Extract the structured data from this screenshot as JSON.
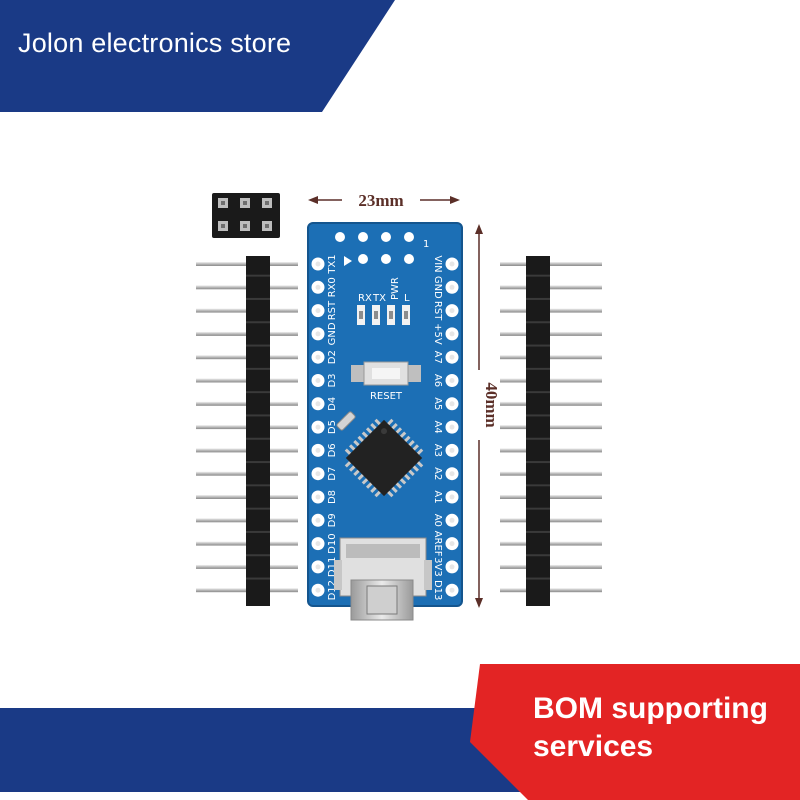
{
  "store": {
    "name": "Jolon electronics store"
  },
  "promo": {
    "line1": "BOM supporting",
    "line2": "services"
  },
  "dimensions": {
    "width": "23mm",
    "height": "40mm"
  },
  "board": {
    "corner_number": "1",
    "left_pins": [
      "TX1",
      "RX0",
      "RST",
      "GND",
      "D2",
      "D3",
      "D4",
      "D5",
      "D6",
      "D7",
      "D8",
      "D9",
      "D10",
      "D11",
      "D12"
    ],
    "right_pins": [
      "VIN",
      "GND",
      "RST",
      "+5V",
      "A7",
      "A6",
      "A5",
      "A4",
      "A3",
      "A2",
      "A1",
      "A0",
      "AREF",
      "3V3",
      "D13"
    ],
    "led_labels": [
      "RX",
      "TX",
      "PWR",
      "L"
    ],
    "reset_label": "RESET"
  },
  "colors": {
    "banner_blue": "#1a3a86",
    "banner_red": "#e32424",
    "pcb_blue": "#1c6fb5",
    "header_black": "#1a1a1a",
    "pin_silver": "#c9c9c9"
  }
}
